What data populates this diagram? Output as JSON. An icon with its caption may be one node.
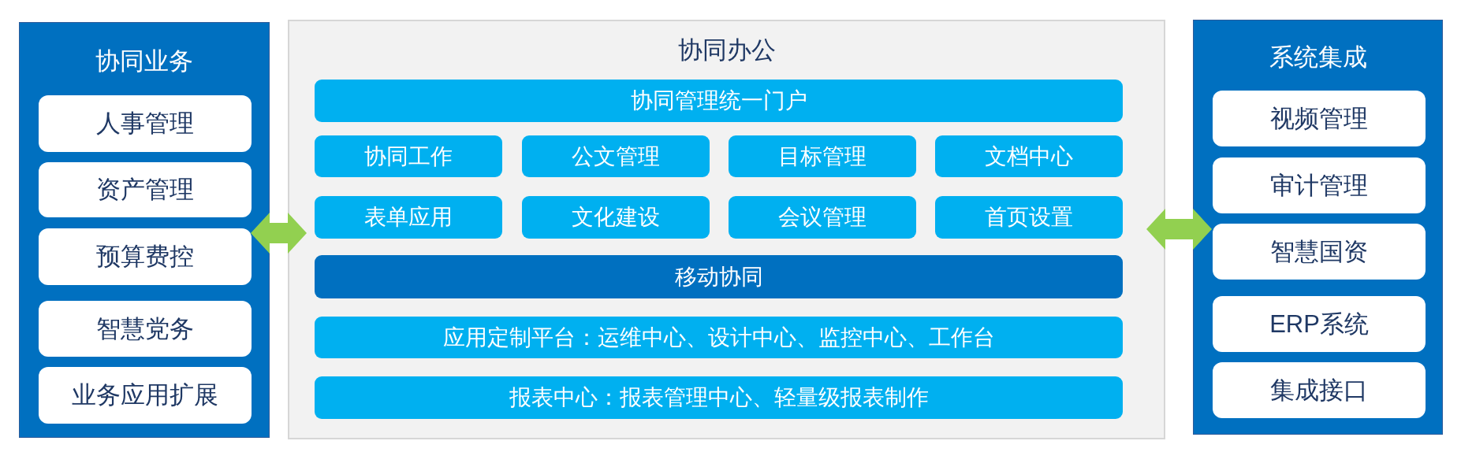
{
  "diagram": {
    "nodes": [
      {
        "text": [
          "协同业务"
        ]
      },
      {
        "text": [
          "人事管理"
        ],
        "in": 0
      },
      {
        "text": [
          "资产管理"
        ],
        "in": 0
      },
      {
        "text": [
          "预算费控"
        ],
        "in": 0
      },
      {
        "text": [
          "智慧党务"
        ],
        "in": 0
      },
      {
        "text": [
          "业务应用扩展"
        ],
        "in": 0
      },
      {
        "text": [
          "协同办公"
        ]
      },
      {
        "text": [
          "协同管理统一门户"
        ],
        "in": 6
      },
      {
        "text": [
          "协同工作"
        ],
        "in": 6
      },
      {
        "text": [
          "公文管理"
        ],
        "in": 6
      },
      {
        "text": [
          "目标管理"
        ],
        "in": 6
      },
      {
        "text": [
          "文档中心"
        ],
        "in": 6
      },
      {
        "text": [
          "表单应用"
        ],
        "in": 6
      },
      {
        "text": [
          "文化建设"
        ],
        "in": 6
      },
      {
        "text": [
          "会议管理"
        ],
        "in": 6
      },
      {
        "text": [
          "首页设置"
        ],
        "in": 6
      },
      {
        "text": [
          "移动协同"
        ],
        "in": 6
      },
      {
        "text": [
          "应用定制平台：运维中心、设计中心、监控中心、工作台"
        ],
        "in": 6
      },
      {
        "text": [
          "报表中心：报表管理中心、轻量级报表制作"
        ],
        "in": 6
      },
      {
        "text": [
          "系统集成"
        ]
      },
      {
        "text": [
          "视频管理"
        ],
        "in": 19
      },
      {
        "text": [
          "审计管理"
        ],
        "in": 19
      },
      {
        "text": [
          "智慧国资"
        ],
        "in": 19
      },
      {
        "text": [
          "ERP系统"
        ],
        "in": 19
      },
      {
        "text": [
          "集成接口"
        ],
        "in": 19
      }
    ],
    "edges": [
      {
        "from": 0,
        "to": 6,
        "arrow": "both"
      },
      {
        "from": 6,
        "to": 19,
        "arrow": "both"
      }
    ]
  }
}
